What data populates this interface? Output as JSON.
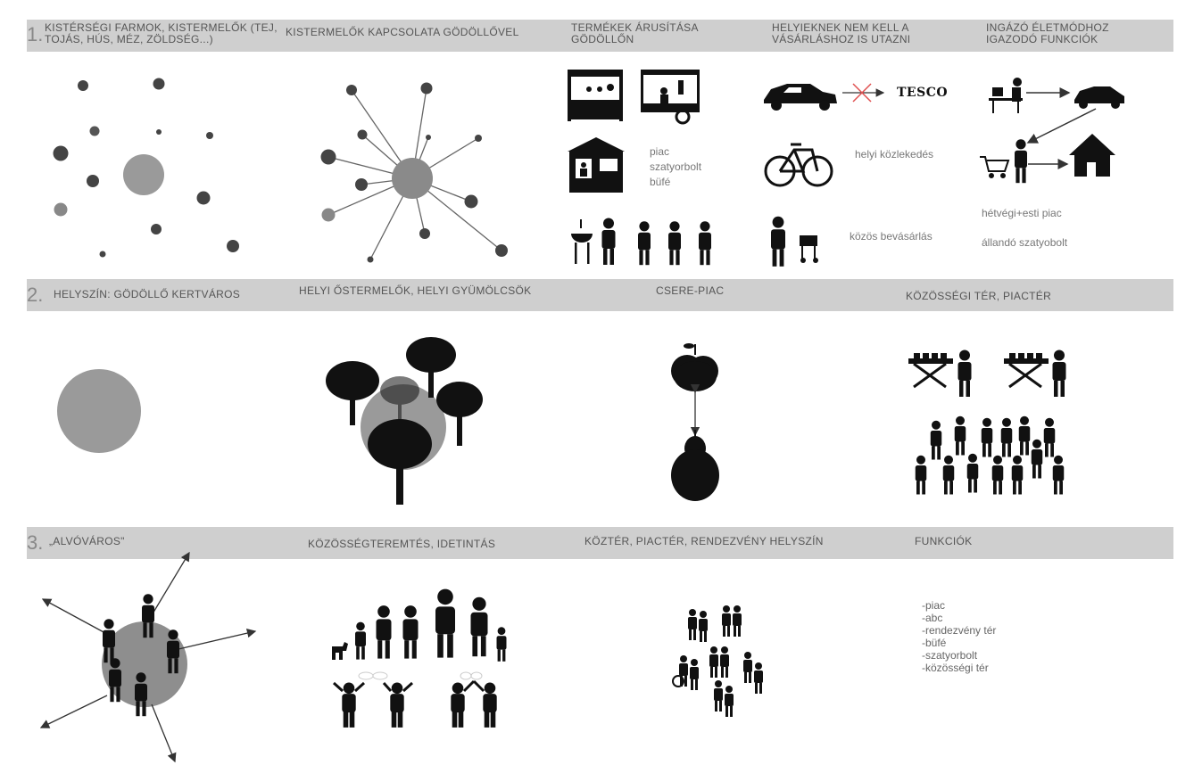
{
  "rows": [
    {
      "number": "1.",
      "headers": [
        "KISTÉRSÉGI FARMOK, KISTERMELŐK (TEJ, TOJÁS, HÚS, MÉZ, ZÖLDSÉG...)",
        "KISTERMELŐK KAPCSOLATA GÖDÖLLŐVEL",
        "TERMÉKEK ÁRUSÍTÁSA GÖDÖLLŐN",
        "HELYIEKNEK NEM KELL A VÁSÁRLÁSHOZ IS UTAZNI",
        "INGÁZÓ ÉLETMÓDHOZ IGAZODÓ FUNKCIÓK"
      ]
    },
    {
      "number": "2.",
      "headers": [
        "HELYSZÍN: GÖDÖLLŐ KERTVÁROS",
        "HELYI ŐSTERMELŐK, HELYI GYÜMÖLCSÖK",
        "CSERE-PIAC",
        "KÖZÖSSÉGI TÉR, PIACTÉR"
      ]
    },
    {
      "number": "3.",
      "headers": [
        "„ALVÓVÁROS\"",
        "KÖZÖSSÉGTEREMTÉS, IDETINTÁS",
        "KÖZTÉR, PIACTÉR, RENDEZVÉNY HELYSZÍN",
        "FUNKCIÓK"
      ]
    }
  ],
  "labels": {
    "market_types": [
      "piac",
      "szatyorbolt",
      "büfé"
    ],
    "tesco": "TESCO",
    "local_transport": "helyi közlekedés",
    "shared_shopping": "közös bevásárlás",
    "weekend_market": "hétvégi+esti piac",
    "permanent_shop": "állandó szatyobolt"
  },
  "functions": [
    "-piac",
    "-abc",
    "-rendezvény tér",
    "-büfé",
    "-szatyorbolt",
    "-közösségi tér"
  ],
  "colors": {
    "band": "#cfcfcf",
    "dark": "#444444",
    "mid": "#9a9a9a",
    "black": "#000000",
    "red": "#e05050"
  },
  "icons": [
    "market-stall-icon",
    "cart-stall-icon",
    "kiosk-icon",
    "grill-icon",
    "people-icon",
    "car-icon",
    "bicycle-icon",
    "stroller-icon",
    "computer-desk-icon",
    "house-icon",
    "shopping-cart-icon",
    "tree-icon",
    "apple-icon",
    "pear-icon",
    "family-icon",
    "dancing-people-icon",
    "crowd-icon"
  ]
}
